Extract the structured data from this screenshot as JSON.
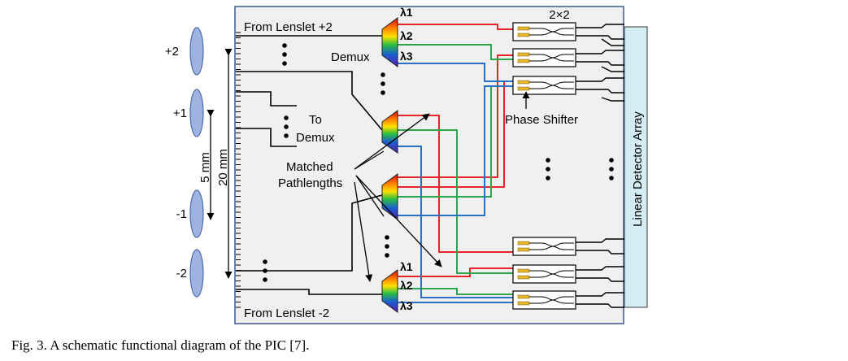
{
  "diagram": {
    "lenslets": [
      "+2",
      "+1",
      "-1",
      "-2"
    ],
    "labels": {
      "from_top": "From Lenslet +2",
      "from_bottom": "From Lenslet -2",
      "demux": "Demux",
      "to_demux_1": "To",
      "to_demux_2": "Demux",
      "matched_1": "Matched",
      "matched_2": "Pathlengths",
      "phase_shifter": "Phase Shifter",
      "coupler": "2×2",
      "detector": "Linear Detector Array",
      "dim_5mm": "5 mm",
      "dim_20mm": "20 mm",
      "lambda1": "λ1",
      "lambda2": "λ2",
      "lambda3": "λ3"
    },
    "colors": {
      "lambda1": "#e8242b",
      "lambda2": "#2aa84a",
      "lambda3": "#2a6fc4",
      "chip_bg": "#f0f0f0",
      "chip_border": "#3a5a8c",
      "detector_fill": "#d4ecf3",
      "lens_fill": "#9fb3e0",
      "shifter_fill": "#e8b830"
    }
  },
  "caption": "Fig. 3. A schematic functional diagram of the PIC [7]."
}
